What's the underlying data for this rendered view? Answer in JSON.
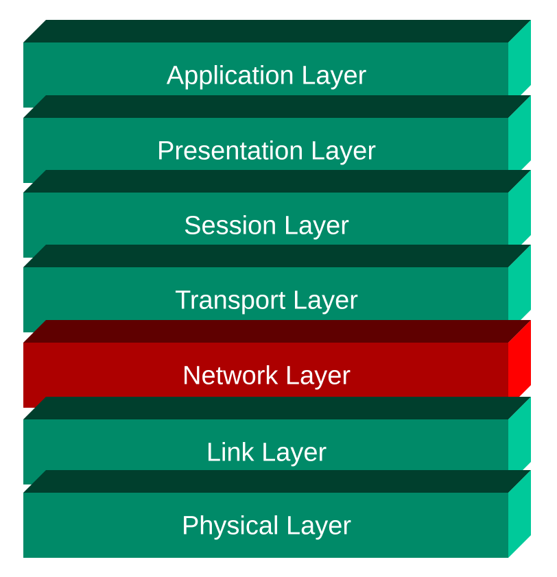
{
  "diagram": {
    "layers": [
      {
        "label": "Application Layer",
        "highlighted": false
      },
      {
        "label": "Presentation Layer",
        "highlighted": false
      },
      {
        "label": "Session Layer",
        "highlighted": false
      },
      {
        "label": "Transport Layer",
        "highlighted": false
      },
      {
        "label": "Network Layer",
        "highlighted": true
      },
      {
        "label": "Link Layer",
        "highlighted": false
      },
      {
        "label": "Physical Layer",
        "highlighted": false
      }
    ]
  },
  "colors": {
    "normal_front": "#008a68",
    "normal_top": "#003f2d",
    "normal_side": "#00c99a",
    "highlight_front": "#ad0000",
    "highlight_top": "#5f0000",
    "highlight_side": "#ff0000"
  }
}
